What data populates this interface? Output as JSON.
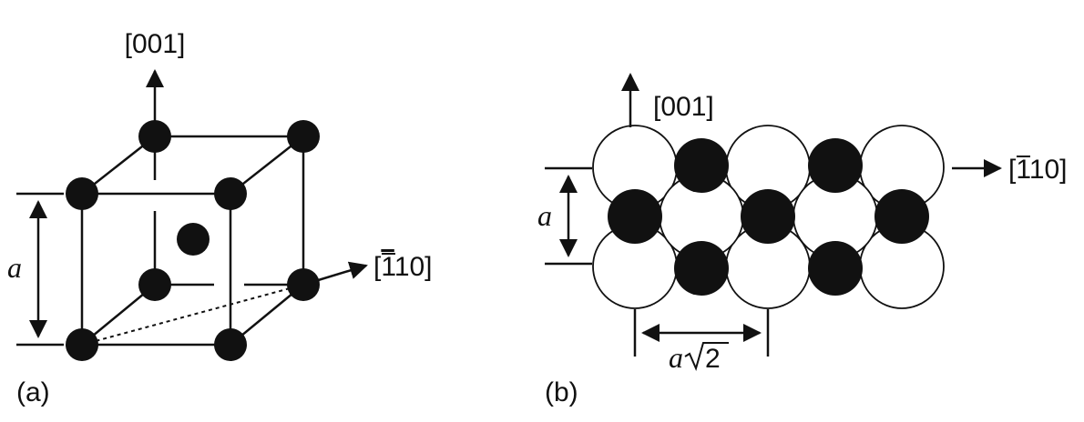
{
  "panel_a": {
    "tag": "(a)",
    "axis_z": "[001]",
    "axis_diag_prefix": "[",
    "axis_diag_bar": "1",
    "axis_diag_suffix": "10]",
    "dim": "a"
  },
  "panel_b": {
    "tag": "(b)",
    "axis_z": "[001]",
    "axis_h_prefix": "[",
    "axis_h_bar": "1",
    "axis_h_suffix": "10]",
    "dim_v": "a",
    "dim_h_a": "a",
    "dim_h_root": "2"
  },
  "colors": {
    "ink": "#111111",
    "atom_dark": "#111111",
    "atom_light": "#ffffff"
  }
}
